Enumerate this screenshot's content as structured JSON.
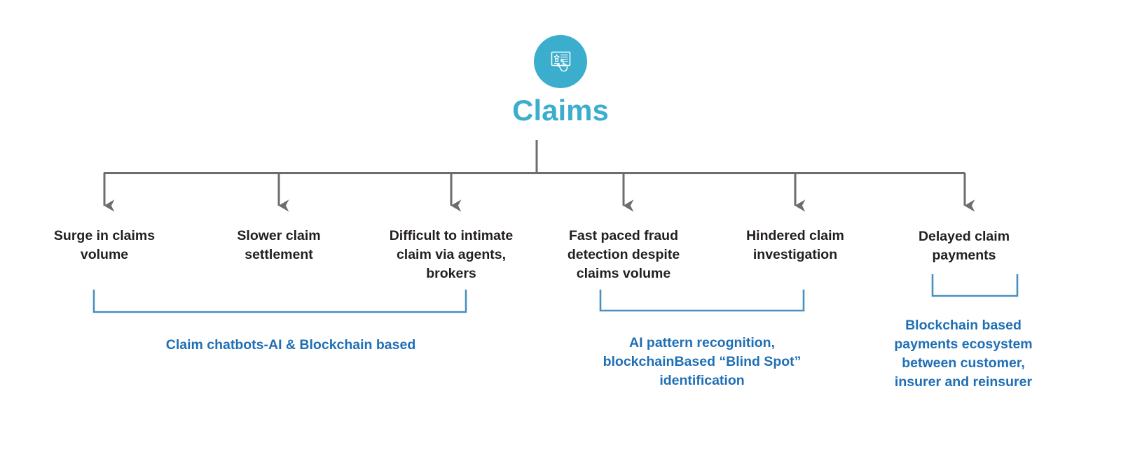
{
  "diagram": {
    "title": "Claims",
    "root_icon": "claim-document-hand-icon",
    "accent_color": "#3BAECE",
    "problem_text_color": "#231F20",
    "solution_text_color": "#1F6FB5",
    "connector_color": "#6D6D6D",
    "bracket_color": "#4A8FC0"
  },
  "problems": [
    {
      "id": "surge-in-claims-volume",
      "label": "Surge in claims volume"
    },
    {
      "id": "slower-claim-settlement",
      "label": "Slower claim settlement"
    },
    {
      "id": "difficult-to-intimate-claim",
      "label": "Difficult to intimate claim via agents, brokers"
    },
    {
      "id": "fast-paced-fraud-detection",
      "label": "Fast paced fraud detection despite claims volume"
    },
    {
      "id": "hindered-claim-investigation",
      "label": "Hindered claim investigation"
    },
    {
      "id": "delayed-claim-payments",
      "label": "Delayed claim payments"
    }
  ],
  "solutions": [
    {
      "id": "claim-chatbots",
      "label": "Claim chatbots-AI & Blockchain based"
    },
    {
      "id": "ai-pattern-recognition",
      "label": "AI pattern recognition, blockchainBased “Blind Spot” identification"
    },
    {
      "id": "blockchain-payments-ecosystem",
      "label": "Blockchain based payments ecosystem between customer, insurer and reinsurer"
    }
  ]
}
